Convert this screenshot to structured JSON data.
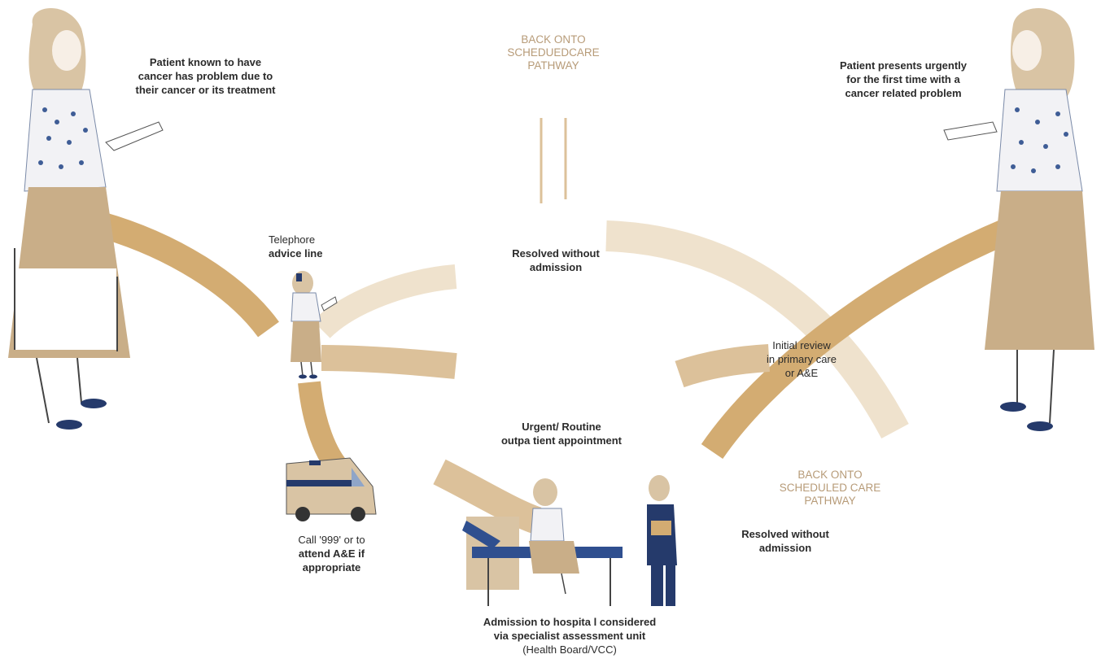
{
  "colors": {
    "band_dark": "#d3ac72",
    "band_mid": "#dcc19a",
    "band_light": "#efe2cd",
    "label_gold": "#b79b78",
    "skirt": "#c9ae88",
    "navy": "#253a6b"
  },
  "labels": {
    "back_top": [
      "BACK ONTO",
      "SCHEDUEDCARE",
      "PATHWAY"
    ],
    "patient_left": [
      "Patient known to have",
      "cancer has problem due to",
      "their cancer or its treatment"
    ],
    "patient_right": [
      "Patient presents urgently",
      "for the first time with a",
      "cancer related problem"
    ],
    "telephone": [
      "Telephore",
      "advice line"
    ],
    "resolved_top": [
      "Resolved without",
      "admission"
    ],
    "initial_review": [
      "Initial review",
      "in primary care",
      "or A&E"
    ],
    "urgent": [
      "Urgent/ Routine",
      "outpa tient appointment"
    ],
    "back_bottom": [
      "BACK ONTO",
      "SCHEDULED CARE",
      "PATHWAY"
    ],
    "resolved_bottom": [
      "Resolved without",
      "admission"
    ],
    "call_999": [
      "Call '999' or to",
      "attend A&E if",
      "appropriate"
    ],
    "admission": [
      "Admission to hospita l considered",
      "via specialist assessment unit",
      "(Health  Board/VCC)"
    ]
  },
  "icons": {
    "patient_left": "woman-reading-icon",
    "patient_right": "woman-reading-icon",
    "telephone": "woman-on-phone-icon",
    "ambulance": "ambulance-icon",
    "consultation": "nurse-consultation-icon"
  }
}
